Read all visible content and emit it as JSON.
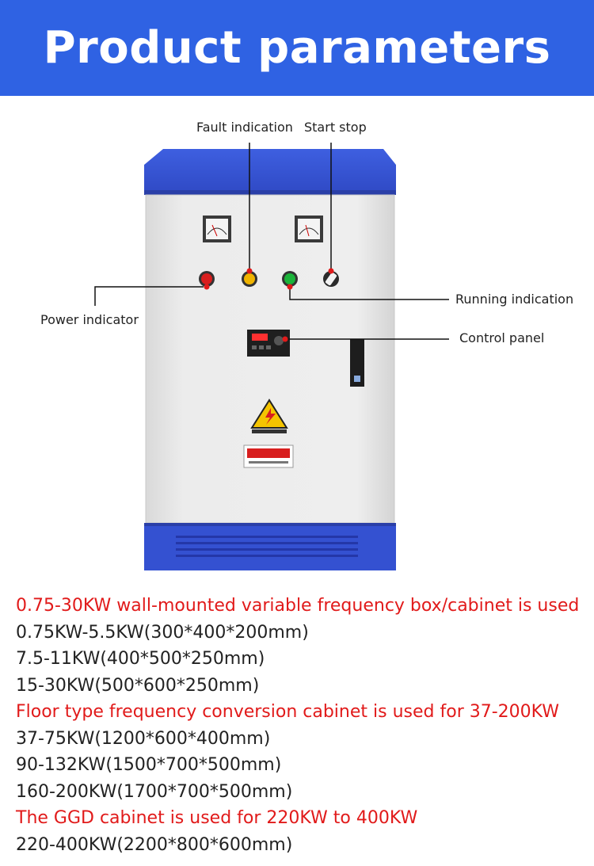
{
  "header": {
    "title": "Product parameters"
  },
  "colors": {
    "banner": "#2f62e3",
    "cabinet_top": "#3956d6",
    "cabinet_body": "#ebebeb",
    "highlight": "#e11a1a",
    "text": "#222222"
  },
  "callouts": {
    "fault_indication": "Fault indication",
    "start_stop": "Start stop",
    "running_indication": "Running indication",
    "power_indicator": "Power indicator",
    "control_panel": "Control panel"
  },
  "specs": {
    "wall_mounted_heading": "0.75-30KW wall-mounted variable frequency box/cabinet is used",
    "wall_mounted_items": [
      "0.75KW-5.5KW(300*400*200mm)",
      "7.5-11KW(400*500*250mm)",
      "15-30KW(500*600*250mm)"
    ],
    "floor_heading": "Floor type frequency conversion cabinet is used for 37-200KW",
    "floor_items": [
      "37-75KW(1200*600*400mm)",
      "90-132KW(1500*700*500mm)",
      "160-200KW(1700*700*500mm)"
    ],
    "ggd_heading": "The GGD cabinet is used for 220KW to 400KW",
    "ggd_items": [
      "220-400KW(2200*800*600mm)"
    ]
  }
}
